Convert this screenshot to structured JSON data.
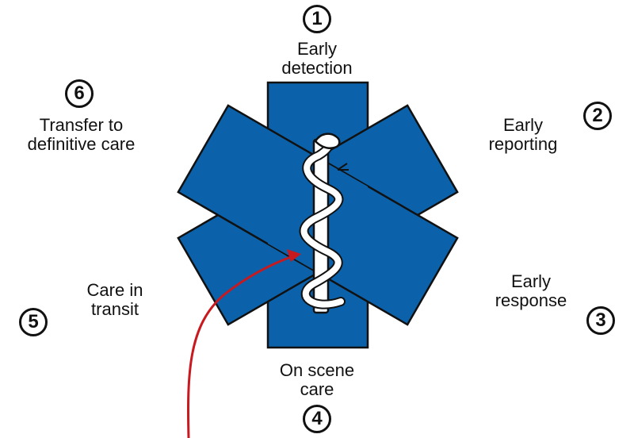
{
  "colors": {
    "star": "#0b62ab",
    "star_outline": "#111111",
    "snake": "#ffffff",
    "arrow": "#c8191f"
  },
  "steps": [
    {
      "number": "1",
      "label_lines": [
        "Early",
        "detection"
      ]
    },
    {
      "number": "2",
      "label_lines": [
        "Early",
        "reporting"
      ]
    },
    {
      "number": "3",
      "label_lines": [
        "Early",
        "response"
      ]
    },
    {
      "number": "4",
      "label_lines": [
        "On scene",
        "care"
      ]
    },
    {
      "number": "5",
      "label_lines": [
        "Care in",
        "transit"
      ]
    },
    {
      "number": "6",
      "label_lines": [
        "Transfer to",
        "definitive care"
      ]
    }
  ],
  "icons": {
    "center_symbol": "rod-of-asclepius-icon",
    "pointer": "red-curved-arrow"
  }
}
